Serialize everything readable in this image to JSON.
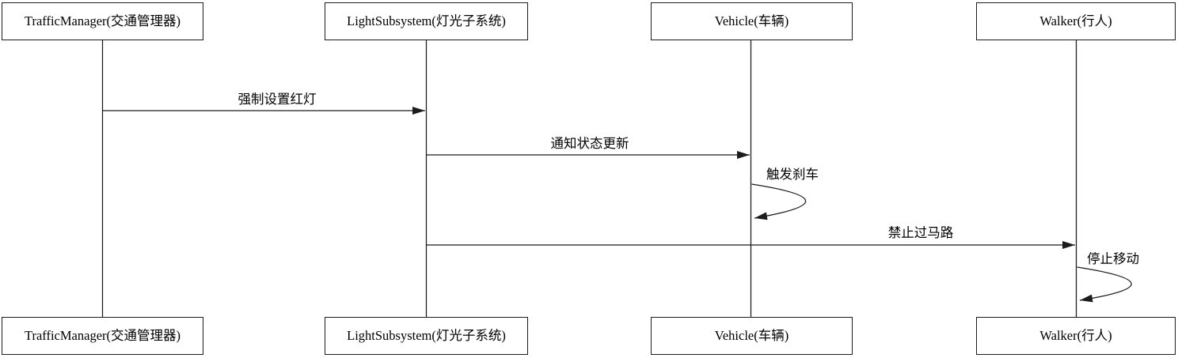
{
  "diagram": {
    "type": "uml-sequence-diagram",
    "background_color": "#ffffff",
    "line_color": "#1c1c1c",
    "text_color": "#000000"
  },
  "participants": [
    {
      "label": "TrafficManager(交通管理器)"
    },
    {
      "label": "LightSubsystem(灯光子系统)"
    },
    {
      "label": "Vehicle(车辆)"
    },
    {
      "label": "Walker(行人)"
    }
  ],
  "messages": [
    {
      "label": "强制设置红灯",
      "from": "TrafficManager(交通管理器)",
      "to": "LightSubsystem(灯光子系统)",
      "kind": "arrow"
    },
    {
      "label": "通知状态更新",
      "from": "LightSubsystem(灯光子系统)",
      "to": "Vehicle(车辆)",
      "kind": "arrow"
    },
    {
      "label": "触发刹车",
      "from": "Vehicle(车辆)",
      "to": "Vehicle(车辆)",
      "kind": "self-loop"
    },
    {
      "label": "禁止过马路",
      "from": "LightSubsystem(灯光子系统)",
      "to": "Walker(行人)",
      "kind": "arrow"
    },
    {
      "label": "停止移动",
      "from": "Walker(行人)",
      "to": "Walker(行人)",
      "kind": "self-loop"
    }
  ]
}
